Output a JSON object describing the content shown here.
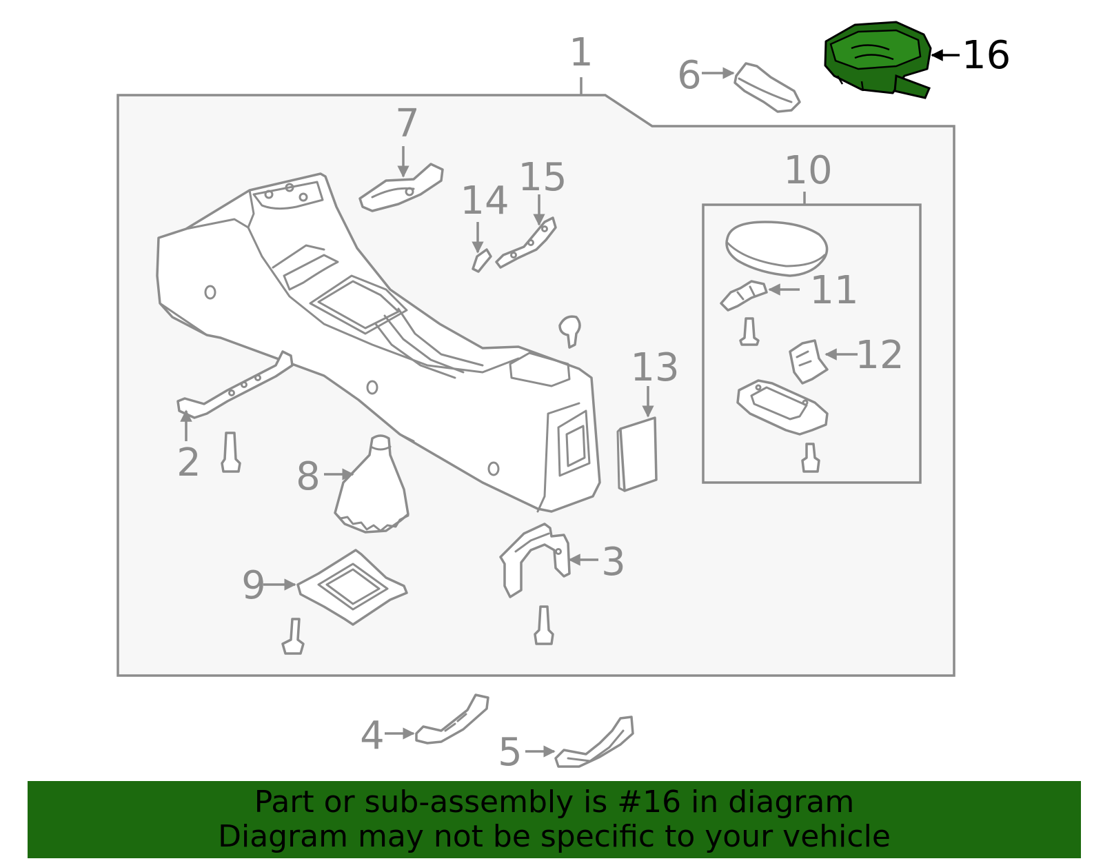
{
  "diagram": {
    "callouts": {
      "p1": "1",
      "p2": "2",
      "p3": "3",
      "p4": "4",
      "p5": "5",
      "p6": "6",
      "p7": "7",
      "p8": "8",
      "p9": "9",
      "p10": "10",
      "p11": "11",
      "p12": "12",
      "p13": "13",
      "p14": "14",
      "p15": "15",
      "p16": "16"
    },
    "highlighted_part": "16",
    "colors": {
      "line": "#8c8c8c",
      "panel": "#f7f7f7",
      "highlight_fill": "#1f6b12",
      "banner": "#1c6a0e"
    }
  },
  "banner": {
    "line1": "Part or sub-assembly is #16 in diagram",
    "line2": "Diagram may not be specific to your vehicle"
  }
}
